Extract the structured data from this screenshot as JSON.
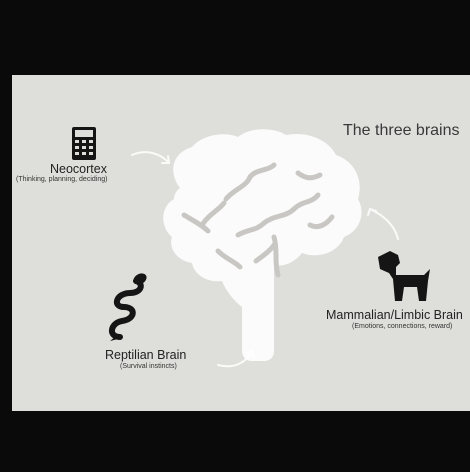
{
  "slide": {
    "title": "The three brains",
    "regions": [
      {
        "name": "Neocortex",
        "description": "(Thinking, planning, deciding)",
        "icon": "calculator-icon"
      },
      {
        "name": "Mammalian/Limbic Brain",
        "description": "(Emotions, connections, reward)",
        "icon": "dog-icon"
      },
      {
        "name": "Reptilian Brain",
        "description": "(Survival instincts)",
        "icon": "snake-icon"
      }
    ]
  },
  "colors": {
    "background": "#dededb",
    "brain": "#fbfbfb",
    "brain_folds": "#c9c7c3",
    "icon": "#151515",
    "letterbox": "#0a0a0a"
  }
}
